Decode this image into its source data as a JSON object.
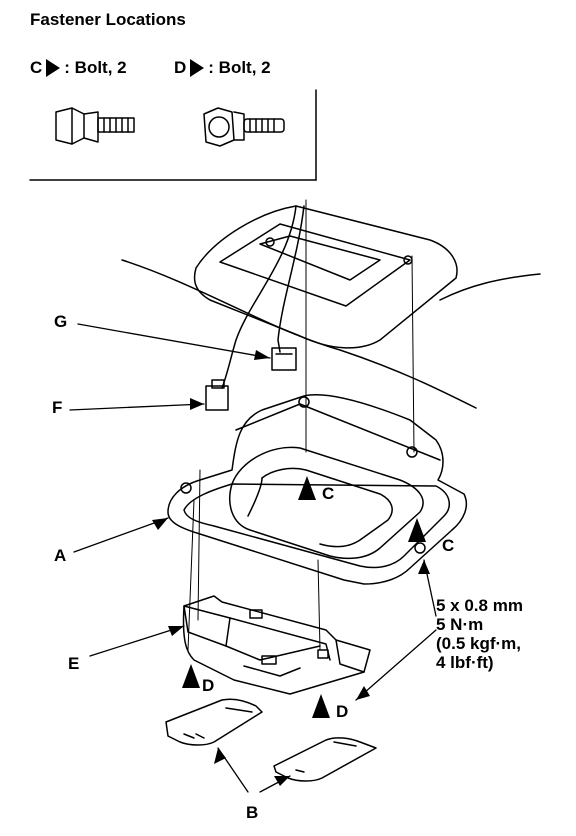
{
  "title": "Fastener Locations",
  "fasteners": [
    {
      "code": "C",
      "label": ": Bolt, 2"
    },
    {
      "code": "D",
      "label": ": Bolt, 2"
    }
  ],
  "callouts": {
    "A": "A",
    "B": "B",
    "C": "C",
    "D": "D",
    "E": "E",
    "F": "F",
    "G": "G"
  },
  "spec": [
    "5 x 0.8 mm",
    "5 N·m",
    "(0.5 kgf·m,",
    "4 lbf·ft)"
  ]
}
